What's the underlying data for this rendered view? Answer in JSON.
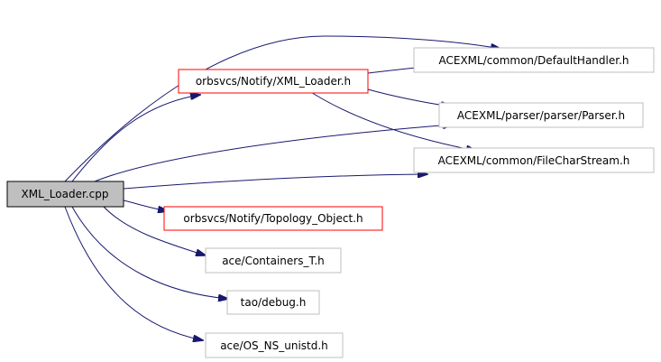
{
  "colors": {
    "root_fill": "#bfbfbf",
    "root_border": "#000000",
    "documented_border": "#ff0000",
    "undocumented_border": "#bfbfbf",
    "edge": "#191970",
    "text": "#000000"
  },
  "nodes": {
    "root": {
      "label": "XML_Loader.cpp"
    },
    "xml_loader_h": {
      "label": "orbsvcs/Notify/XML_Loader.h"
    },
    "default_handler": {
      "label": "ACEXML/common/DefaultHandler.h"
    },
    "parser": {
      "label": "ACEXML/parser/parser/Parser.h"
    },
    "file_char_stream": {
      "label": "ACEXML/common/FileCharStream.h"
    },
    "topology_object": {
      "label": "orbsvcs/Notify/Topology_Object.h"
    },
    "containers_t": {
      "label": "ace/Containers_T.h"
    },
    "debug": {
      "label": "tao/debug.h"
    },
    "os_ns_unistd": {
      "label": "ace/OS_NS_unistd.h"
    }
  },
  "edges": [
    {
      "from": "root",
      "to": "default_handler"
    },
    {
      "from": "root",
      "to": "xml_loader_h"
    },
    {
      "from": "root",
      "to": "parser"
    },
    {
      "from": "root",
      "to": "file_char_stream"
    },
    {
      "from": "root",
      "to": "topology_object"
    },
    {
      "from": "root",
      "to": "containers_t"
    },
    {
      "from": "root",
      "to": "debug"
    },
    {
      "from": "root",
      "to": "os_ns_unistd"
    },
    {
      "from": "xml_loader_h",
      "to": "default_handler"
    },
    {
      "from": "xml_loader_h",
      "to": "parser"
    },
    {
      "from": "xml_loader_h",
      "to": "file_char_stream"
    }
  ]
}
